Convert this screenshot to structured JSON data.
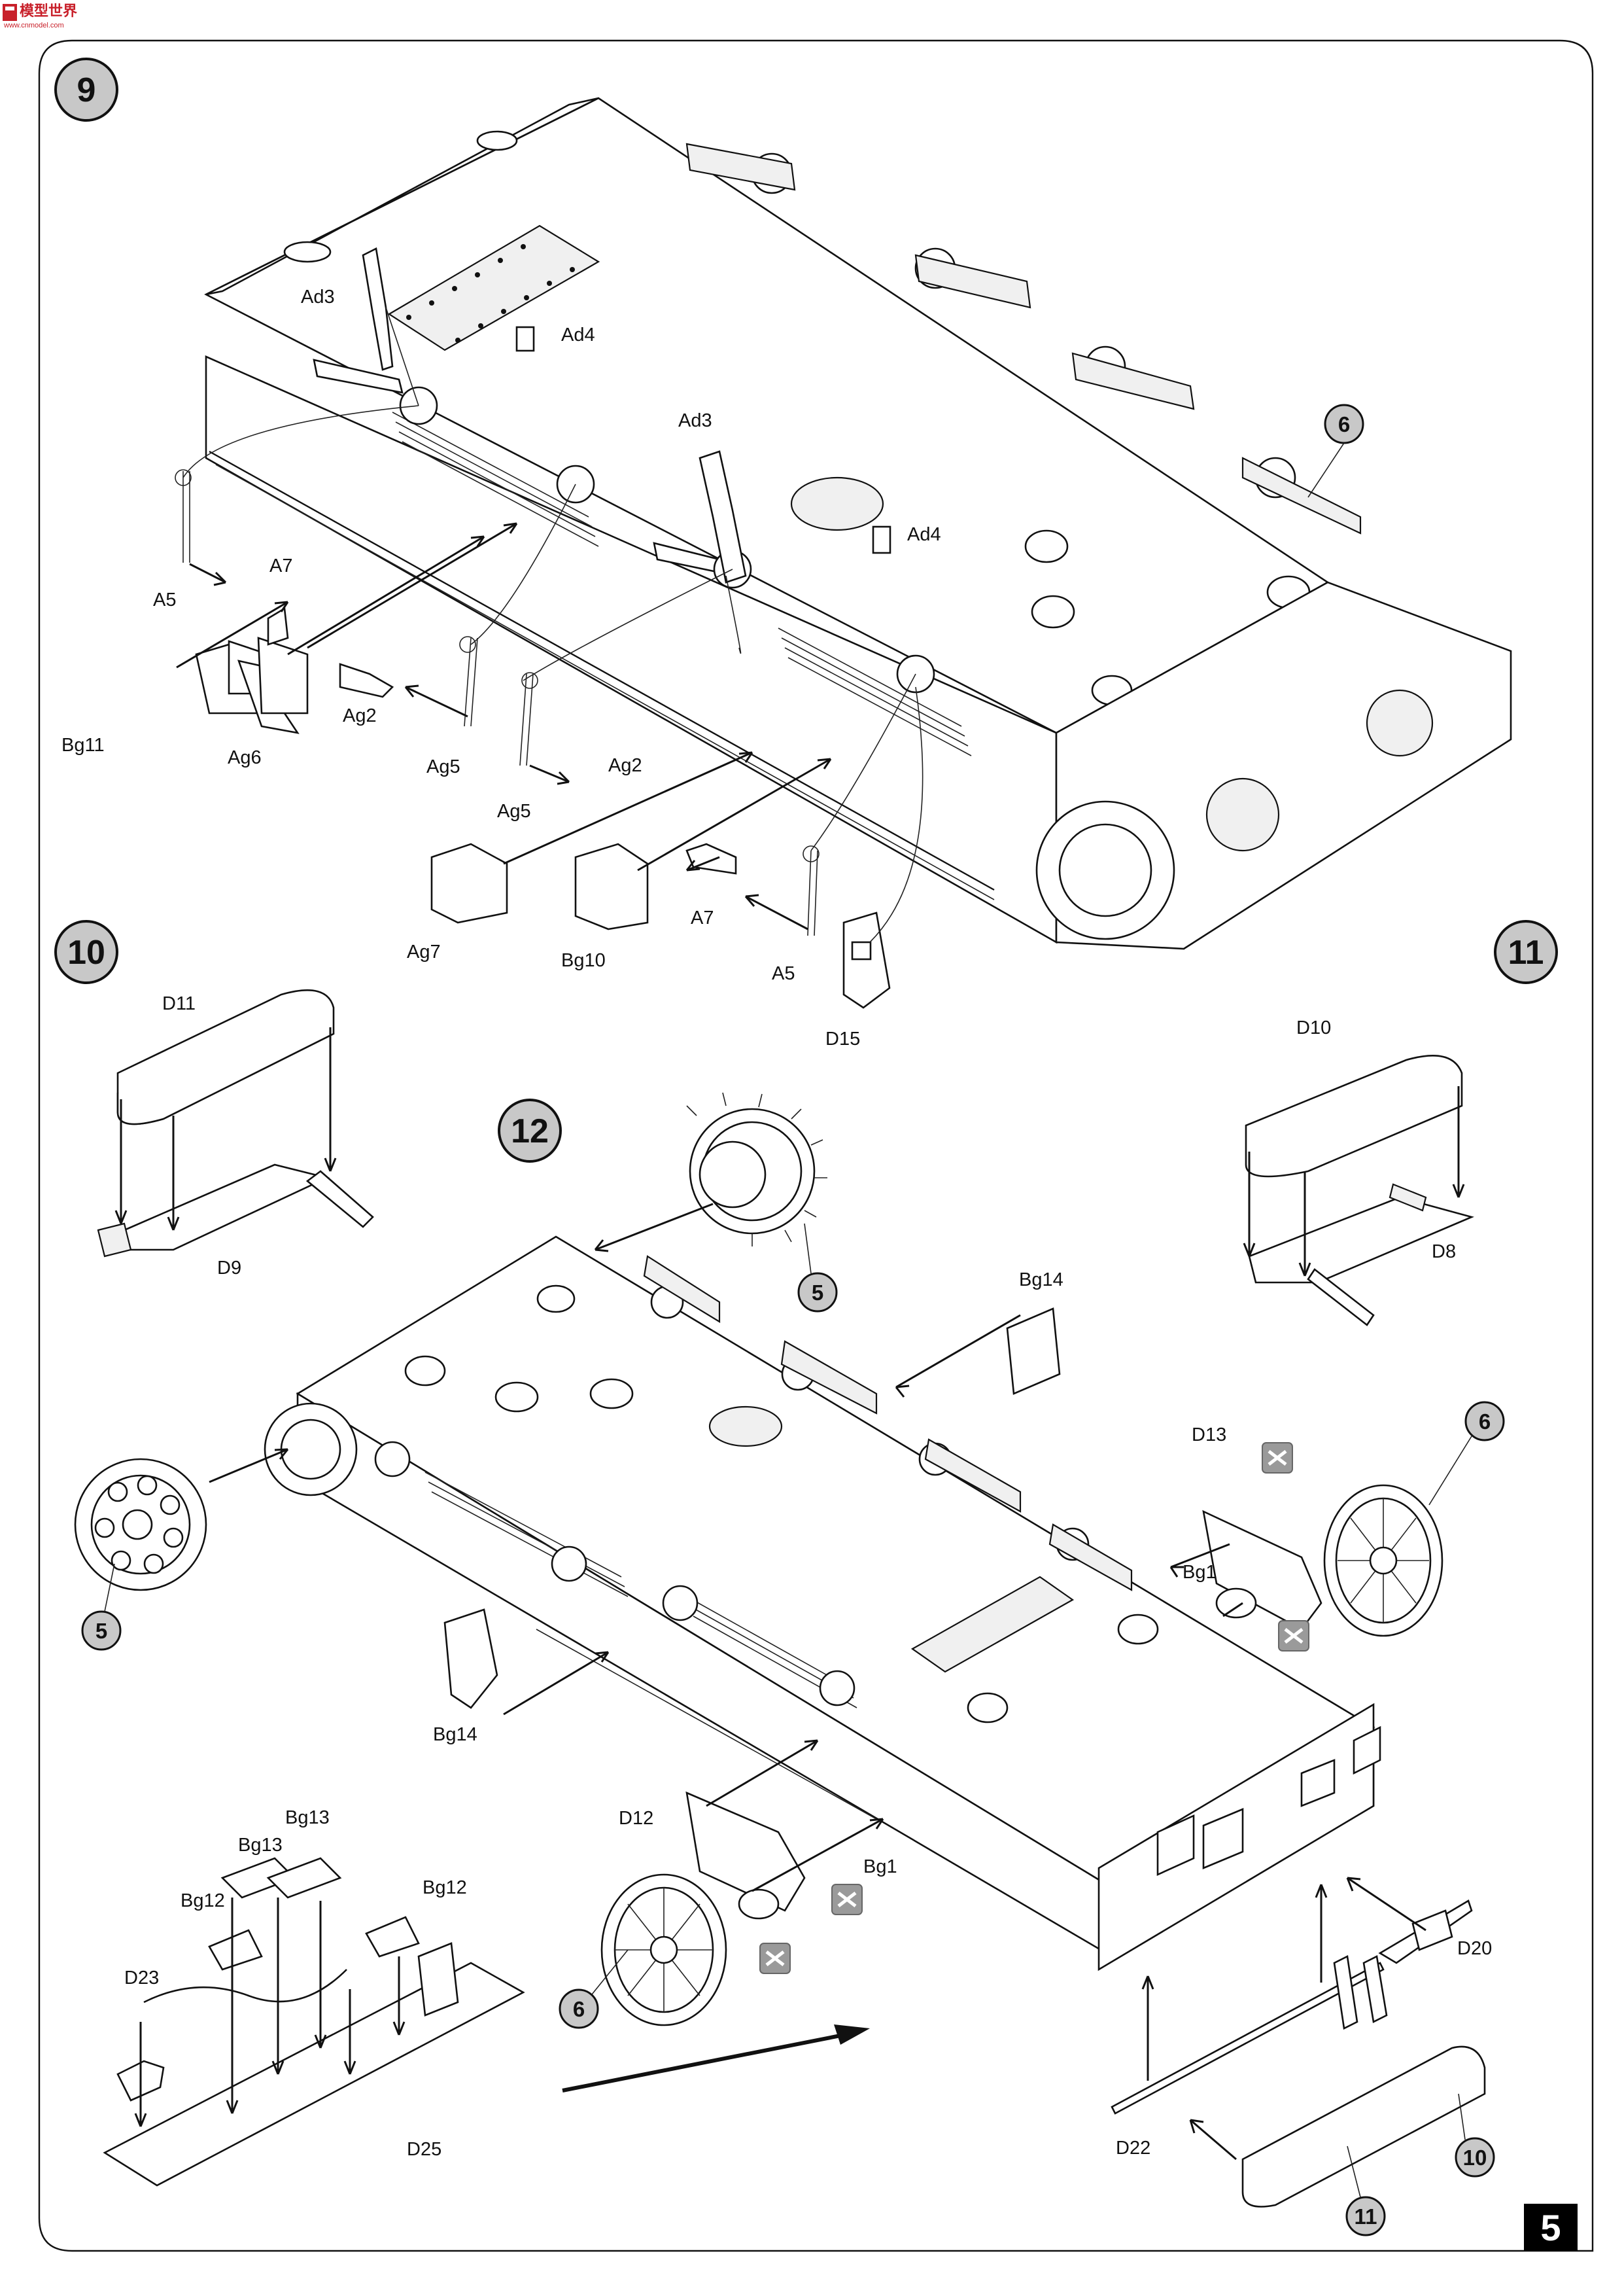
{
  "header": {
    "logo_text_top": "模型世界",
    "logo_text_bottom": "www.cnmodel.com"
  },
  "page_number": "5",
  "steps": [
    {
      "number": "9"
    },
    {
      "number": "10"
    },
    {
      "number": "11"
    },
    {
      "number": "12"
    }
  ],
  "subassembly_refs": {
    "ref_6_step9": "6",
    "ref_5_upper": "5",
    "ref_5_lower": "5",
    "ref_6_right": "6",
    "ref_6_left": "6",
    "ref_10": "10",
    "ref_11": "11"
  },
  "part_labels": {
    "step9": [
      "Ad3",
      "Ad4",
      "Ad3",
      "Ad4",
      "A5",
      "A7",
      "Bg11",
      "Ag6",
      "Ag2",
      "Ag5",
      "Ag5",
      "Ag2",
      "Ag7",
      "Bg10",
      "A7",
      "A5",
      "D15"
    ],
    "step10": [
      "D11",
      "D9"
    ],
    "step11": [
      "D10",
      "D8"
    ],
    "step12": [
      "Bg14",
      "D13",
      "Bg1",
      "Bg14",
      "D12",
      "Bg1",
      "D20",
      "D22",
      "Bg13",
      "Bg13",
      "Bg12",
      "Bg12",
      "D23",
      "D25"
    ]
  },
  "icons": [
    "remove-part-icon"
  ],
  "colors": {
    "line": "#111111",
    "circle_fill": "#cccccc",
    "page_badge": "#000000",
    "remove_icon": "#9a9a9a"
  }
}
